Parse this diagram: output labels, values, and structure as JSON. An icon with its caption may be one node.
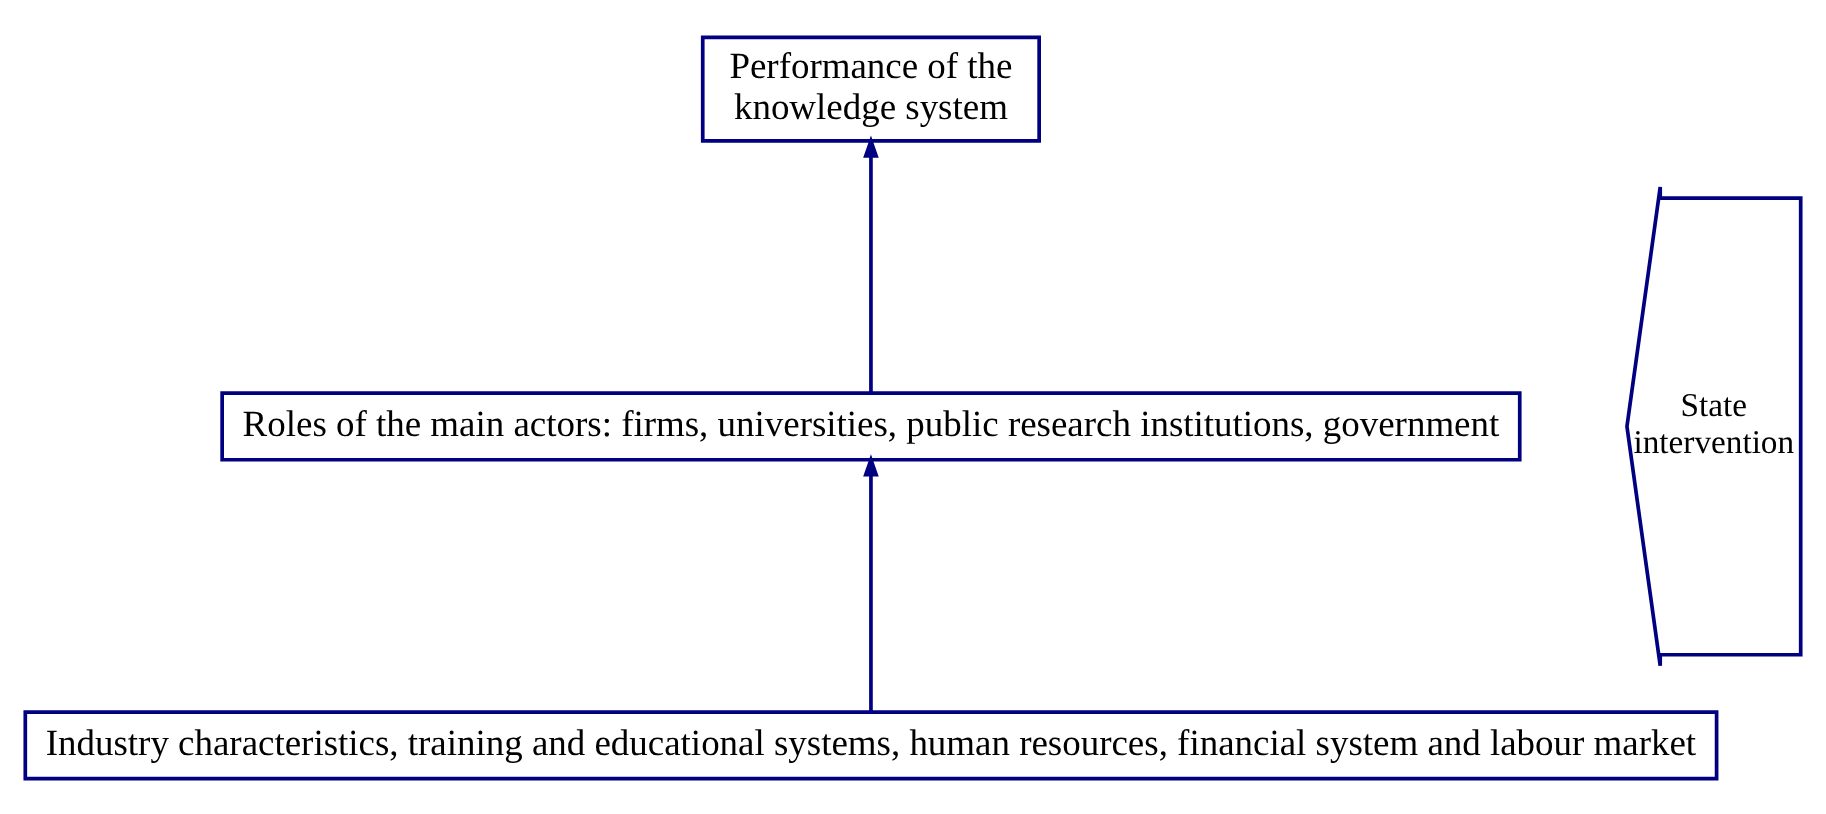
{
  "diagram": {
    "nodes": [
      {
        "text": [
          "Performance of the knowledge system"
        ]
      },
      {
        "text": [
          "Roles of the main actors: firms, universities, public research institutions, government"
        ]
      },
      {
        "text": [
          "Industry characteristics, training and educational systems, human resources, financial system and labour market"
        ]
      },
      {
        "text": [
          "State intervention"
        ]
      }
    ],
    "edges": [
      {
        "from": 1,
        "to": 0,
        "arrow": "to"
      },
      {
        "from": 2,
        "to": 1,
        "arrow": "to"
      }
    ]
  }
}
